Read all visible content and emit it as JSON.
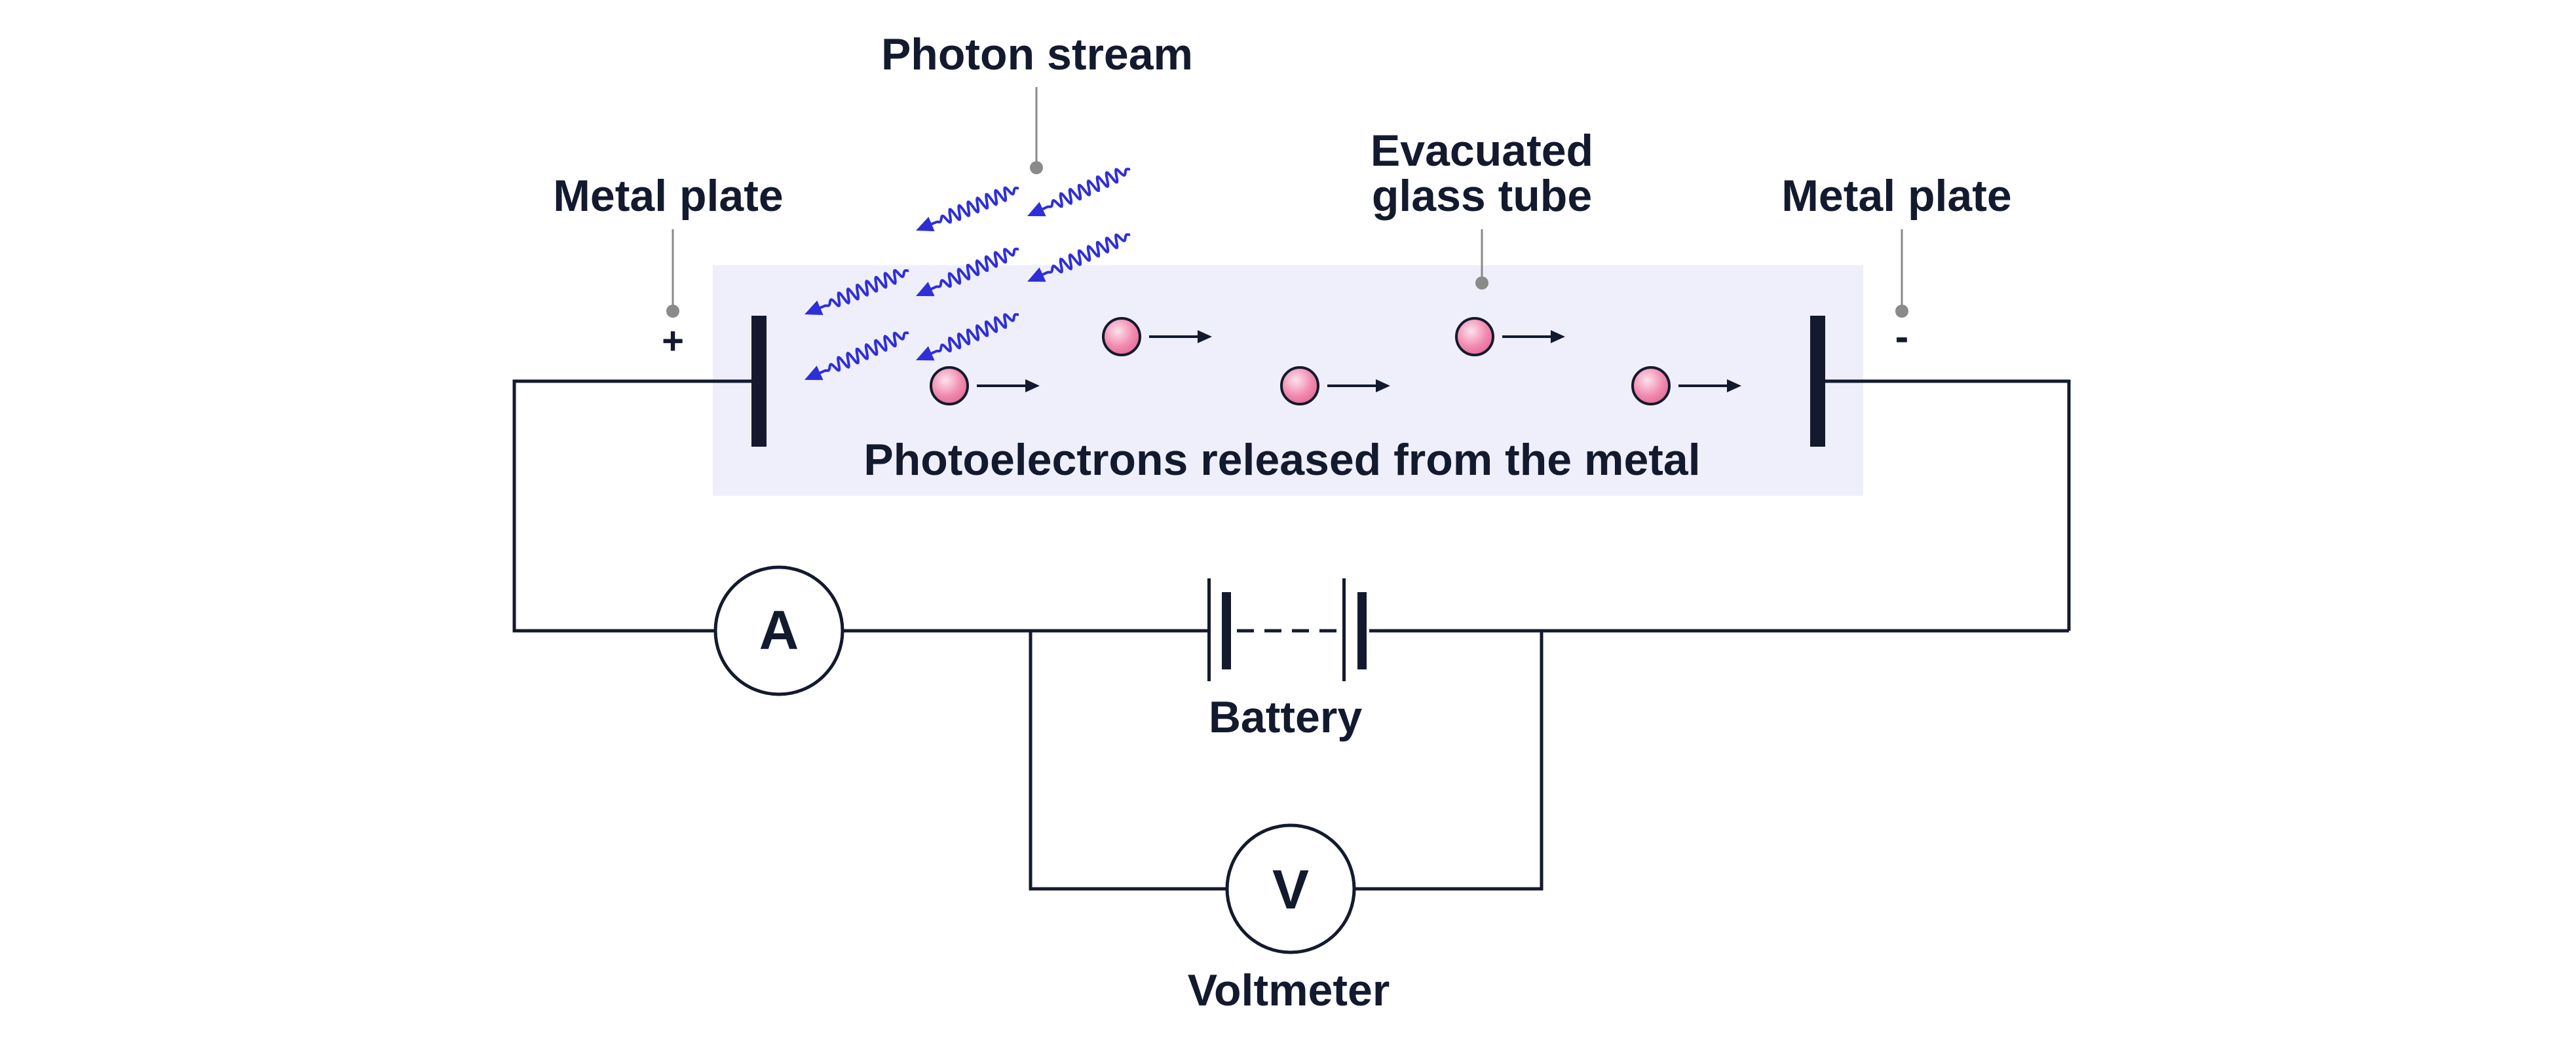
{
  "labels": {
    "photon_stream": "Photon stream",
    "metal_plate_left": "Metal plate",
    "metal_plate_right": "Metal plate",
    "evacuated_line1": "Evacuated",
    "evacuated_line2": "glass tube",
    "plus_sign": "+",
    "minus_sign": "-",
    "photoelectrons": "Photoelectrons released from the metal",
    "battery": "Battery",
    "voltmeter": "Voltmeter",
    "ammeter_symbol": "A",
    "voltmeter_symbol": "V"
  },
  "colors": {
    "tube_fill": "#efeffc",
    "photon": "#2f2fd8",
    "electron": "#f28bb0",
    "wire": "#141a2e",
    "callout": "#8a8a8a"
  }
}
